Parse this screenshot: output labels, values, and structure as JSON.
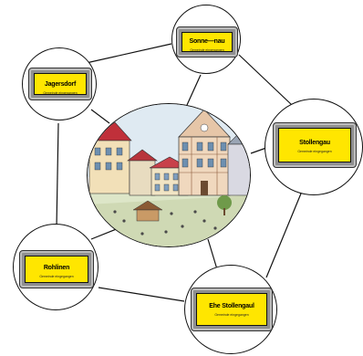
{
  "diagram": {
    "center_image": "town-square-illustration",
    "nodes": [
      {
        "id": "top",
        "title": "Sonne—nau",
        "subtitle": "Gemeinde eingegangen"
      },
      {
        "id": "upper-left",
        "title": "Jagersdorf",
        "subtitle": "Gemeinde eingegangen"
      },
      {
        "id": "right",
        "title": "Stollengau",
        "subtitle": "Gemeinde eingegangen"
      },
      {
        "id": "lower-left",
        "title": "Rohlinen",
        "subtitle": "Gemeinde eingegangen"
      },
      {
        "id": "bottom",
        "title": "Ehe Stollengaul",
        "subtitle": "Gemeinde eingegangen"
      }
    ],
    "edges": [
      [
        "upper-left",
        "top"
      ],
      [
        "top",
        "right"
      ],
      [
        "right",
        "bottom"
      ],
      [
        "bottom",
        "lower-left"
      ],
      [
        "lower-left",
        "upper-left"
      ],
      [
        "center",
        "top"
      ],
      [
        "center",
        "upper-left"
      ],
      [
        "center",
        "right"
      ],
      [
        "center",
        "lower-left"
      ],
      [
        "center",
        "bottom"
      ]
    ],
    "colors": {
      "sign_fill": "#ffe600",
      "sign_frame": "#8f8f8f",
      "outline": "#111111"
    }
  }
}
